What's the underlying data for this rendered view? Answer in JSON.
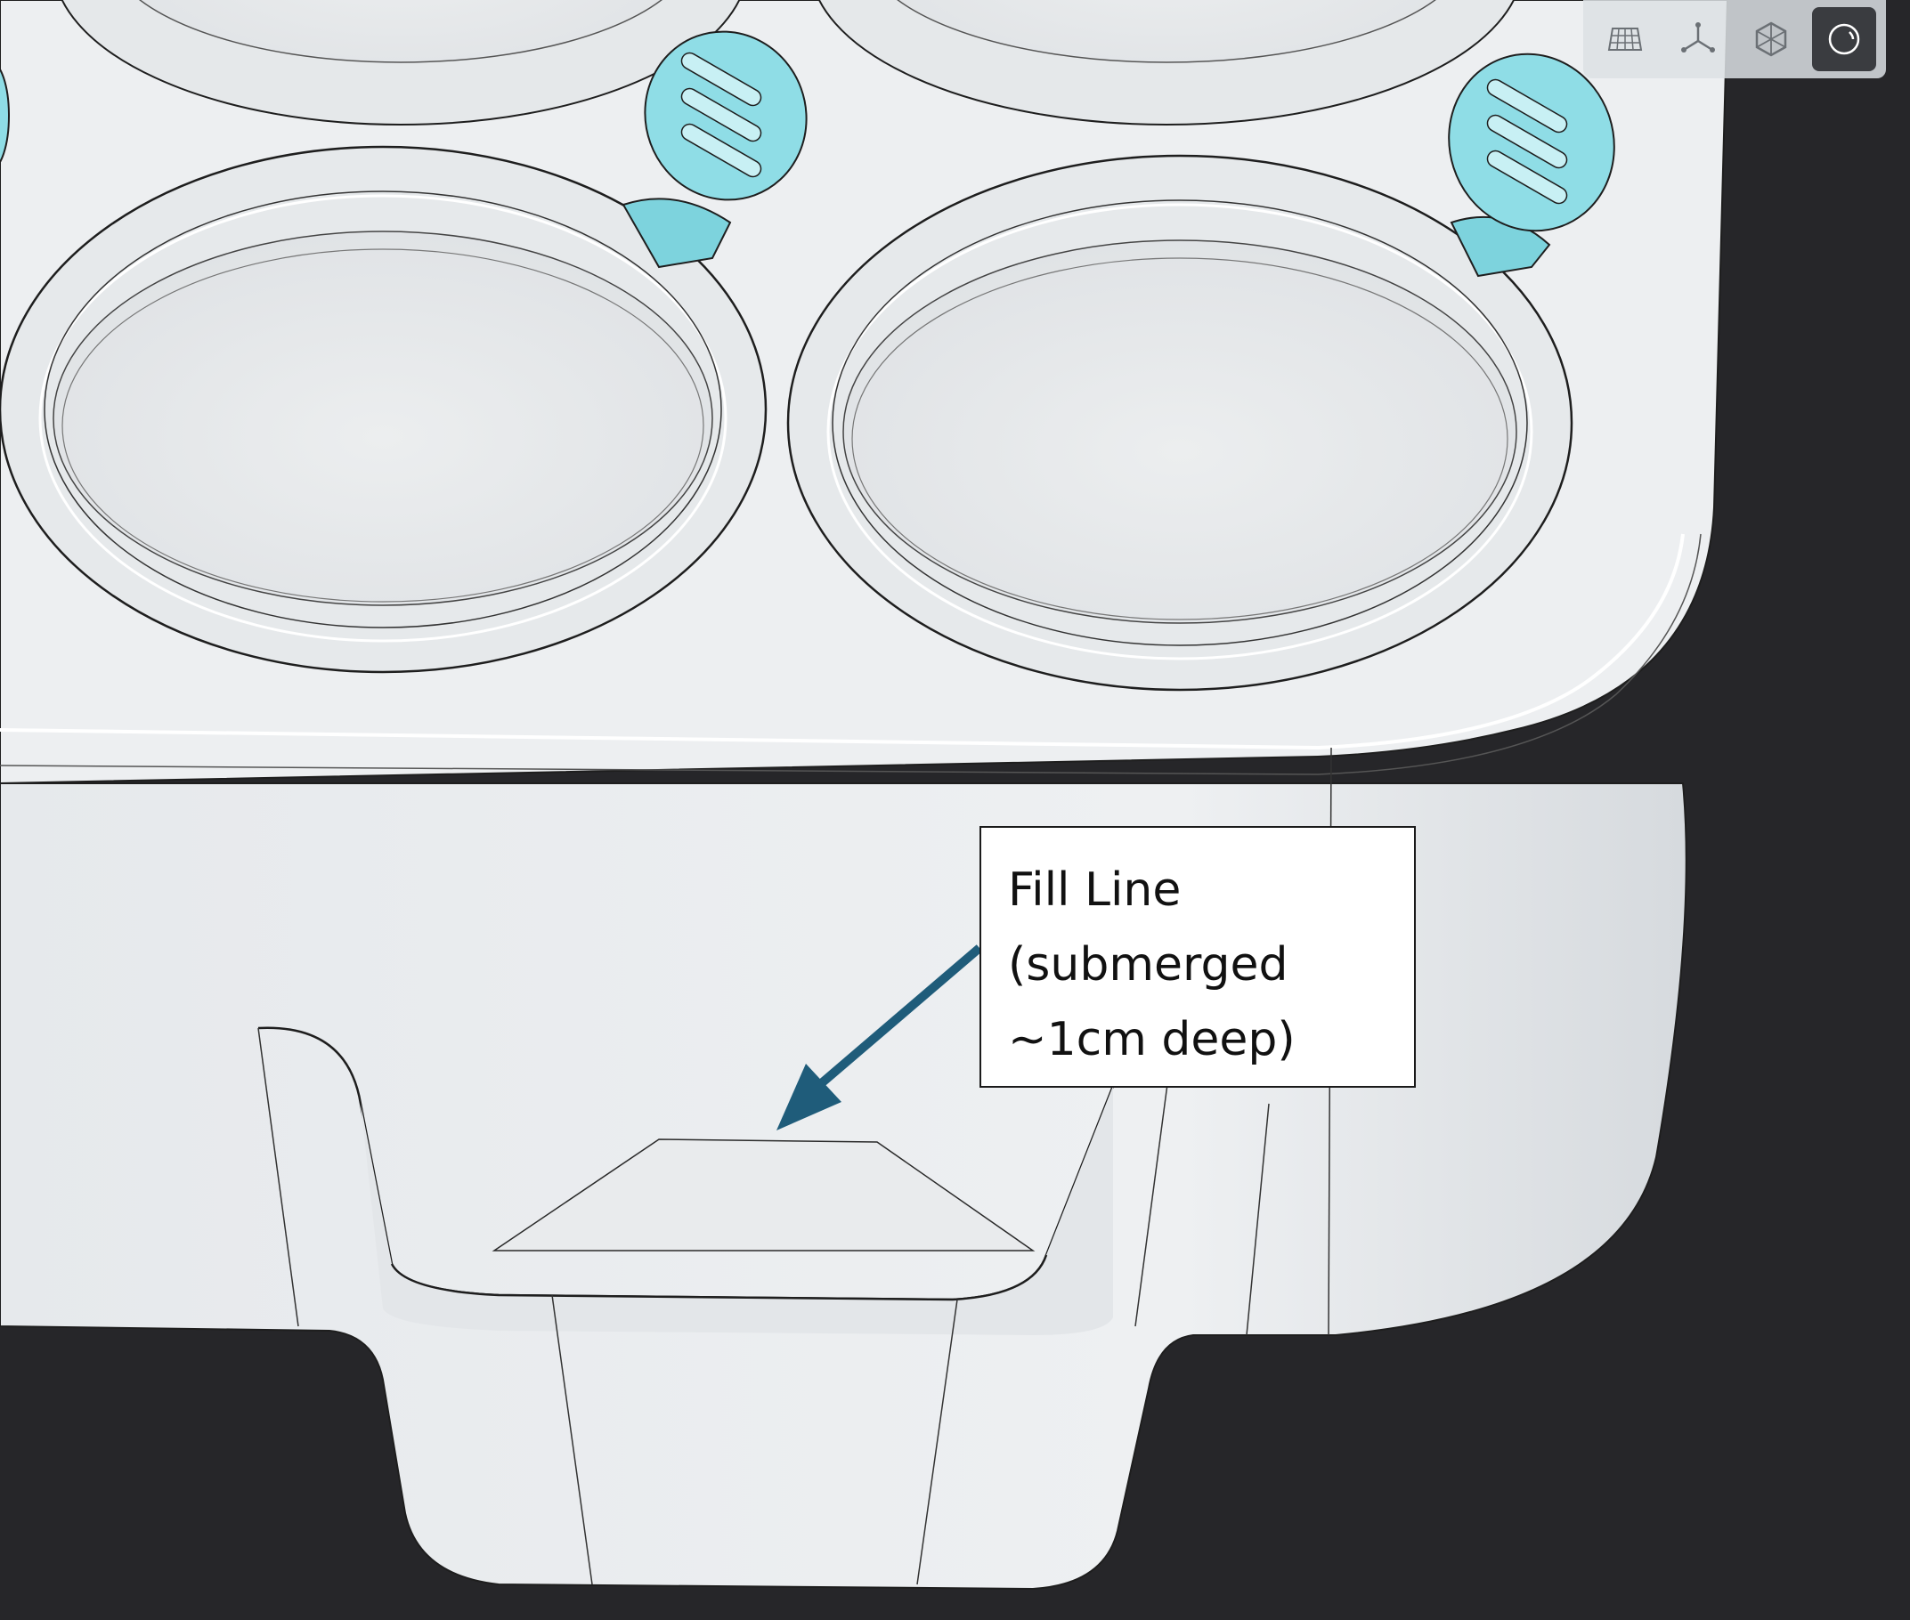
{
  "window": {
    "background_color": "#2a2a2d",
    "model_color": "#e9ecef",
    "accent_color": "#8fdde6",
    "arrow_color": "#1f5c7a"
  },
  "toolbar": {
    "buttons": [
      {
        "name": "grid-view-icon",
        "active": false
      },
      {
        "name": "axis-triad-icon",
        "active": false
      },
      {
        "name": "wireframe-cube-icon",
        "active": false
      },
      {
        "name": "shaded-sphere-icon",
        "active": true
      }
    ]
  },
  "annotation": {
    "lines": [
      "Fill Line",
      "(submerged",
      "~1cm deep)"
    ]
  }
}
